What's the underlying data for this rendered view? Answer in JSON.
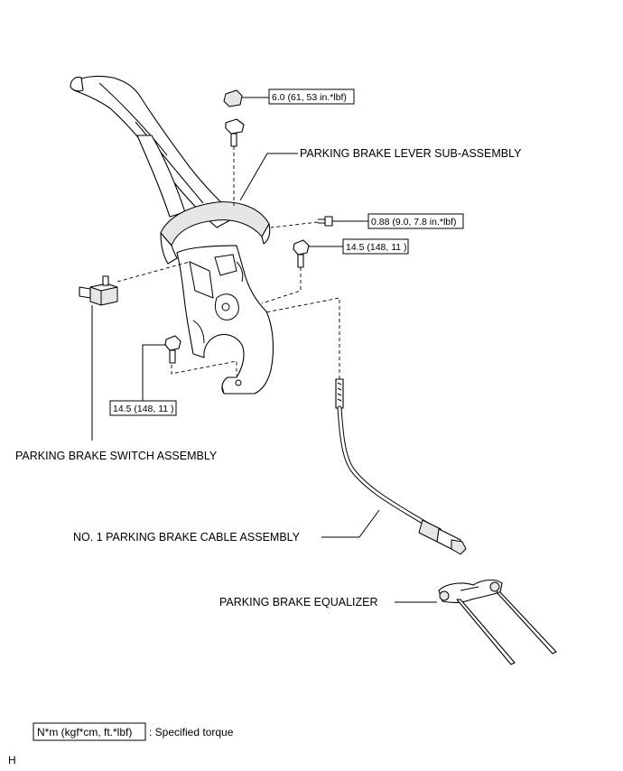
{
  "labels": {
    "lever": "PARKING BRAKE LEVER SUB-ASSEMBLY",
    "switch": "PARKING BRAKE SWITCH ASSEMBLY",
    "cable": "NO. 1 PARKING BRAKE CABLE ASSEMBLY",
    "equalizer": "PARKING BRAKE EQUALIZER"
  },
  "torques": {
    "nut_top": "6.0 (61, 53 in.*lbf)",
    "screw": "0.88 (9.0, 7.8 in.*lbf)",
    "bolt_right": "14.5 (148, 11 )",
    "bolt_left": "14.5 (148, 11 )"
  },
  "legend": {
    "box": "N*m (kgf*cm, ft.*lbf)",
    "text": ": Specified torque"
  },
  "corner_mark": "H"
}
